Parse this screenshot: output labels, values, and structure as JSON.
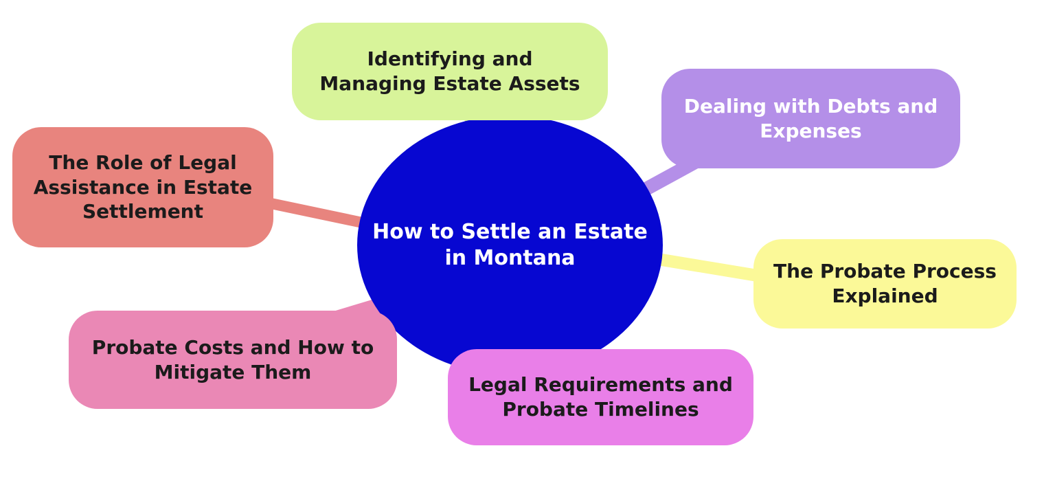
{
  "diagram": {
    "title": "How to Settle an Estate in Montana",
    "center": {
      "label": "How to Settle an Estate in Montana",
      "color": "#0707d1",
      "text_color": "#ffffff"
    },
    "nodes": [
      {
        "id": "identifying-assets",
        "label": "Identifying and Managing Estate Assets",
        "color": "#d8f49a",
        "text_color": "#1b1b1b"
      },
      {
        "id": "debts-expenses",
        "label": "Dealing with Debts and Expenses",
        "color": "#b48fe8",
        "text_color": "#ffffff"
      },
      {
        "id": "probate-process",
        "label": "The Probate Process Explained",
        "color": "#fbf998",
        "text_color": "#1b1b1b"
      },
      {
        "id": "legal-requirements",
        "label": "Legal Requirements and Probate Timelines",
        "color": "#e97fe8",
        "text_color": "#1b1b1b"
      },
      {
        "id": "probate-costs",
        "label": "Probate Costs and How to Mitigate Them",
        "color": "#ea88b5",
        "text_color": "#1b1b1b"
      },
      {
        "id": "legal-assistance",
        "label": "The Role of Legal Assistance in Estate Settlement",
        "color": "#e8847e",
        "text_color": "#1b1b1b"
      }
    ]
  }
}
